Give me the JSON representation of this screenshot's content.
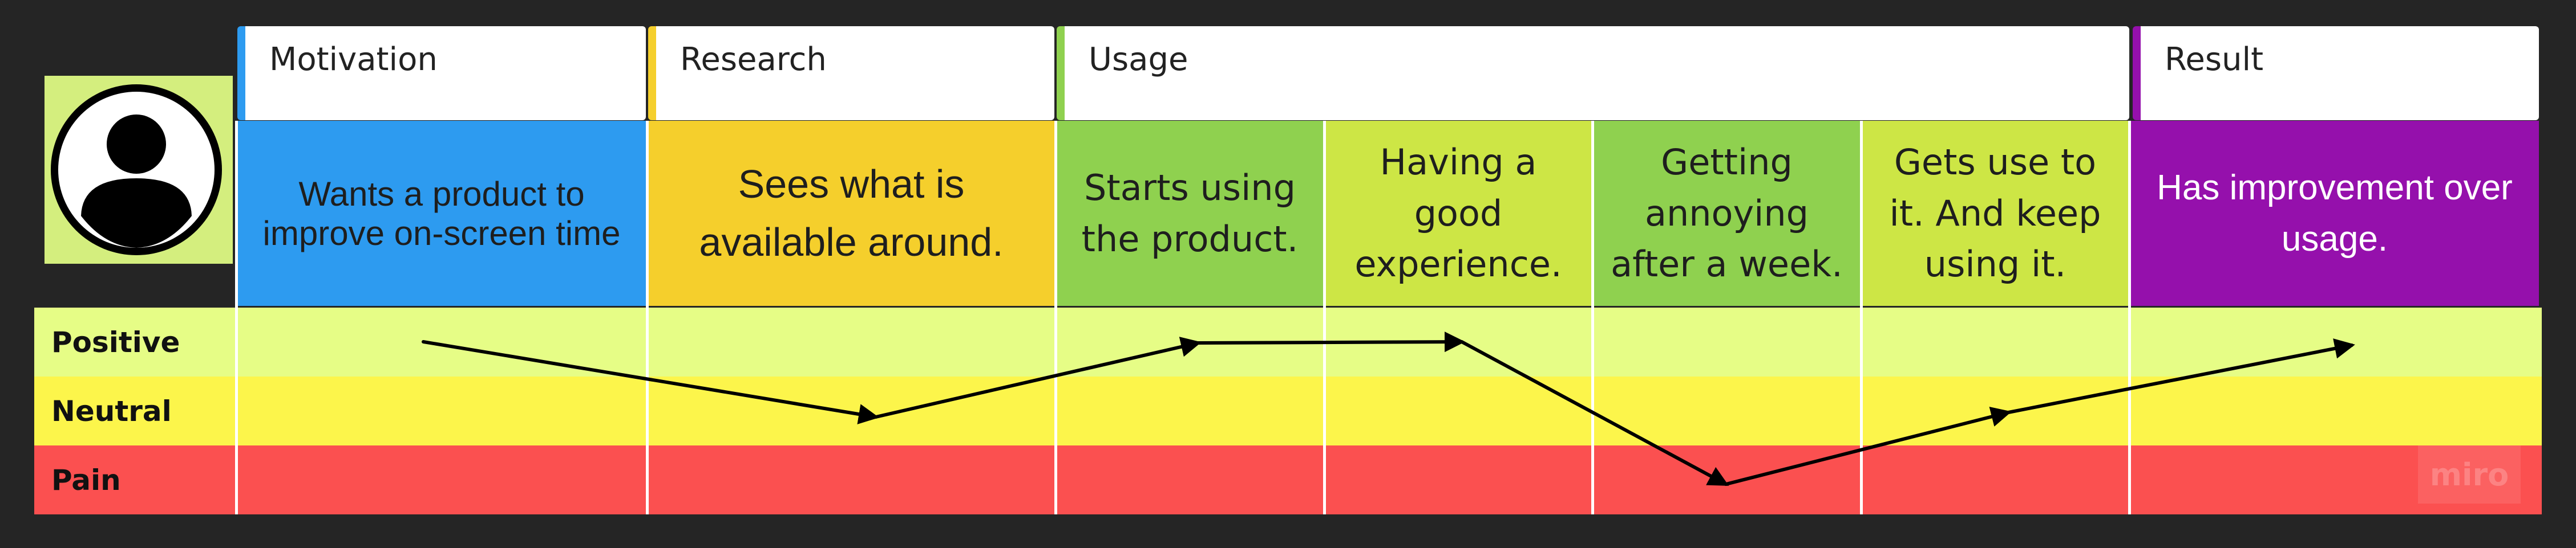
{
  "persona": {
    "icon": "user-avatar-icon",
    "note_color": "#d4ee7e"
  },
  "phases": [
    {
      "label": "Motivation",
      "accent": "#2d9bf0"
    },
    {
      "label": "Research",
      "accent": "#f5cf2c"
    },
    {
      "label": "Usage",
      "accent": "#8fd14f"
    },
    {
      "label": "Result",
      "accent": "#9510ac"
    }
  ],
  "steps": [
    {
      "text": "Wants a product to improve on-screen time",
      "color": "#2d9bf0"
    },
    {
      "text": "Sees what is available around.",
      "color": "#f5cf2c"
    },
    {
      "text": "Starts using the product.",
      "color": "#8fd14f"
    },
    {
      "text": "Having a good experience.",
      "color": "#cde645"
    },
    {
      "text": "Getting annoying after a week.",
      "color": "#8fd14f"
    },
    {
      "text": "Gets use to it. And keep using it.",
      "color": "#cde645"
    },
    {
      "text": "Has improvement over usage.",
      "color": "#9510ac"
    }
  ],
  "rows": [
    {
      "label": "Positive",
      "color": "#e6fd86"
    },
    {
      "label": "Neutral",
      "color": "#fcf54b"
    },
    {
      "label": "Pain",
      "color": "#fb5050"
    }
  ],
  "journey": [
    "Positive",
    "Neutral",
    "Positive",
    "Positive",
    "Pain",
    "Neutral",
    "Positive"
  ],
  "watermark": "miro"
}
